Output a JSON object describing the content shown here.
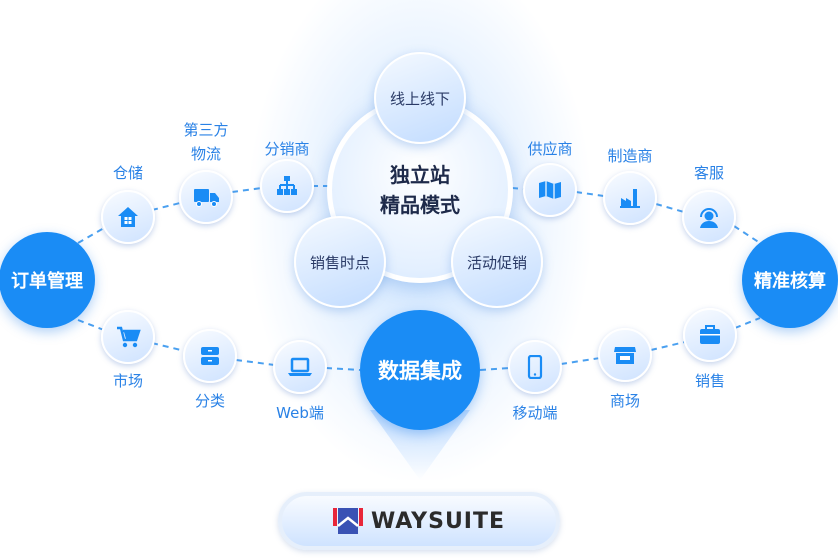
{
  "left_hub": "订单管理",
  "right_hub": "精准核算",
  "data_hub": "数据集成",
  "core": {
    "line1": "独立站",
    "line2": "精品模式"
  },
  "satellites": {
    "top": "线上线下",
    "left": "销售时点",
    "right": "活动促销"
  },
  "nodes": {
    "storage": {
      "label": "仓储",
      "icon": "warehouse-icon"
    },
    "logistics": {
      "label1": "第三方",
      "label2": "物流",
      "icon": "truck-icon"
    },
    "distributor": {
      "label": "分销商",
      "icon": "org-chart-icon"
    },
    "market": {
      "label": "市场",
      "icon": "cart-icon"
    },
    "category": {
      "label": "分类",
      "icon": "drawer-icon"
    },
    "web": {
      "label": "Web端",
      "icon": "laptop-icon"
    },
    "supplier": {
      "label": "供应商",
      "icon": "map-icon"
    },
    "manufacturer": {
      "label": "制造商",
      "icon": "factory-icon"
    },
    "service": {
      "label": "客服",
      "icon": "headset-icon"
    },
    "mobile": {
      "label": "移动端",
      "icon": "phone-icon"
    },
    "mall": {
      "label": "商场",
      "icon": "store-icon"
    },
    "sales": {
      "label": "销售",
      "icon": "briefcase-icon"
    }
  },
  "brand": "WAYSUITE",
  "colors": {
    "accent": "#1a8cf5",
    "label": "#2a82e6",
    "logo_blue": "#3a52b4",
    "logo_red": "#e8263a"
  }
}
